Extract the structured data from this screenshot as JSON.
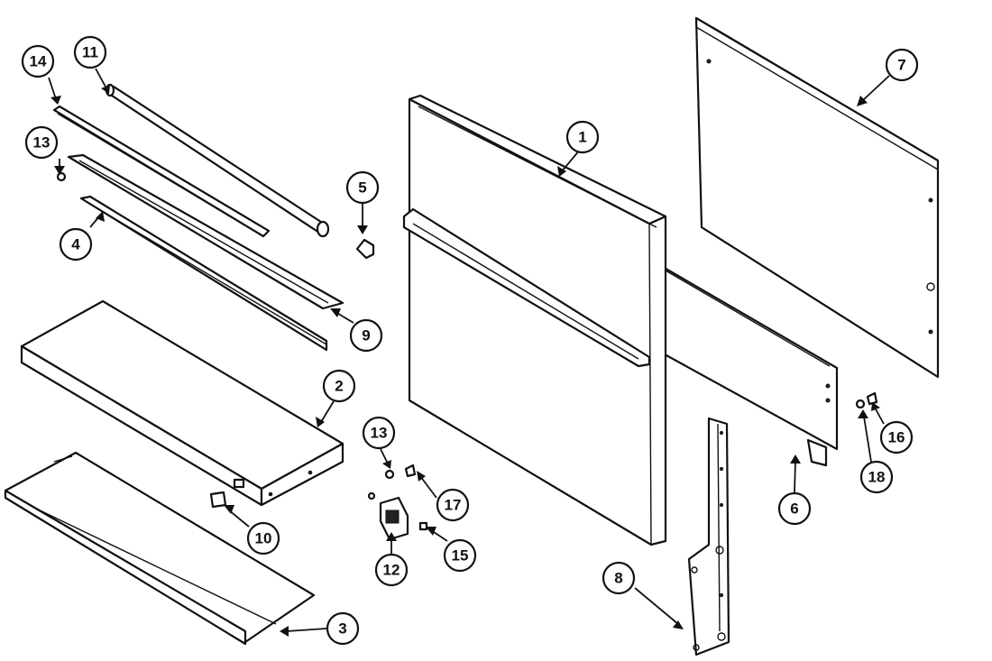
{
  "callouts": [
    {
      "id": "1",
      "label": "1"
    },
    {
      "id": "2",
      "label": "2"
    },
    {
      "id": "3",
      "label": "3"
    },
    {
      "id": "4",
      "label": "4"
    },
    {
      "id": "5",
      "label": "5"
    },
    {
      "id": "6",
      "label": "6"
    },
    {
      "id": "7",
      "label": "7"
    },
    {
      "id": "8",
      "label": "8"
    },
    {
      "id": "9",
      "label": "9"
    },
    {
      "id": "10",
      "label": "10"
    },
    {
      "id": "11",
      "label": "11"
    },
    {
      "id": "12",
      "label": "12"
    },
    {
      "id": "13a",
      "label": "13"
    },
    {
      "id": "13b",
      "label": "13"
    },
    {
      "id": "14",
      "label": "14"
    },
    {
      "id": "15",
      "label": "15"
    },
    {
      "id": "16",
      "label": "16"
    },
    {
      "id": "17",
      "label": "17"
    },
    {
      "id": "18",
      "label": "18"
    }
  ]
}
